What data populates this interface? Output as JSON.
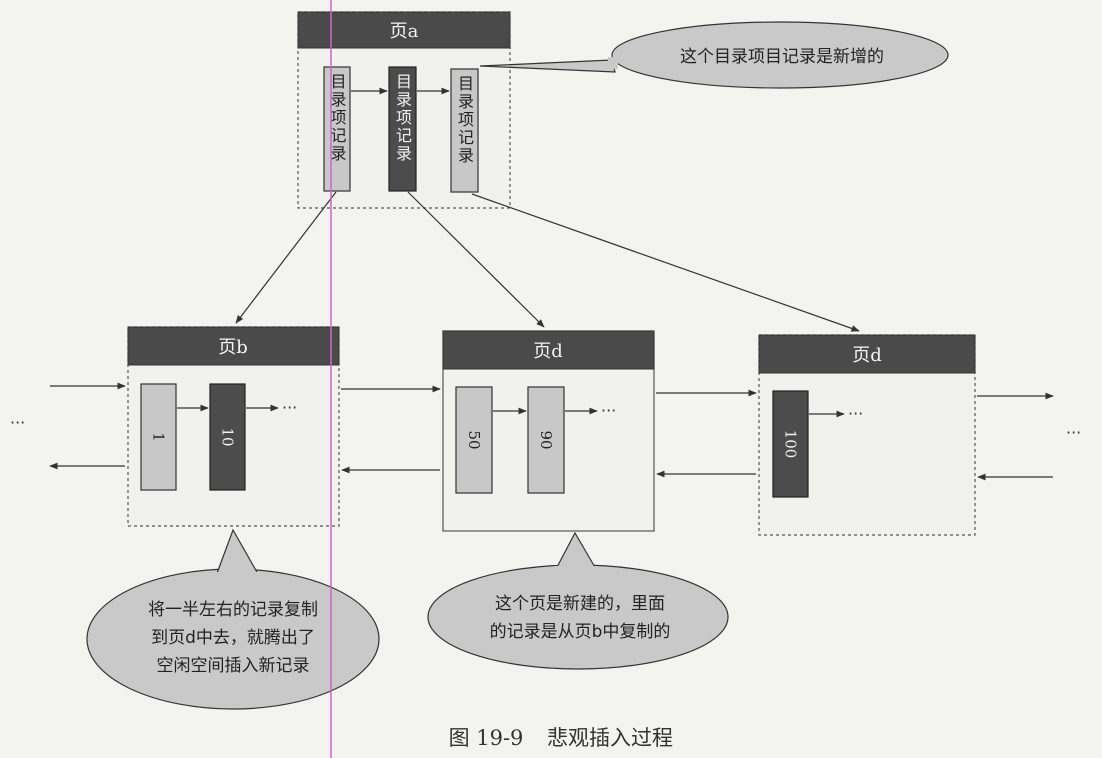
{
  "pages": {
    "a": {
      "title": "页a",
      "records": [
        "目录项记录",
        "目录项记录",
        "目录项记录"
      ]
    },
    "b": {
      "title": "页b",
      "records": [
        "1",
        "10"
      ],
      "more": "···"
    },
    "d_new": {
      "title": "页d",
      "records": [
        "50",
        "90"
      ],
      "more": "···"
    },
    "d": {
      "title": "页d",
      "records": [
        "100"
      ],
      "more": "···"
    }
  },
  "ellipsis": {
    "left": "···",
    "right": "···"
  },
  "callouts": {
    "new_entry": "这个目录项目记录是新增的",
    "copy_half": [
      "将一半左右的记录复制",
      "到页d中去，就腾出了",
      "空闲空间插入新记录"
    ],
    "new_page": [
      "这个页是新建的，里面",
      "的记录是从页b中复制的"
    ]
  },
  "caption": {
    "figure_no": "图 19-9",
    "title": "悲观插入过程"
  },
  "colors": {
    "header_fill": "#4a4a4a",
    "light_record": "#c8c8c8",
    "dark_record": "#4c4c4c",
    "bubble_fill": "#c9c9c9",
    "guide_line": "#d066c8"
  }
}
